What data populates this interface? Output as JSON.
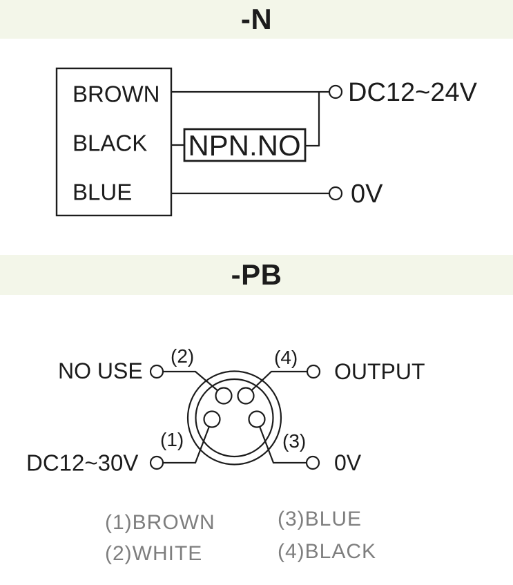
{
  "colors": {
    "header_bg": "#f3f6e9",
    "ink": "#1c1c1c",
    "line": "#1c1c1c",
    "legend": "#7e7e7e",
    "bg": "#ffffff"
  },
  "section_n": {
    "title": "-N",
    "wires": [
      "BROWN",
      "BLACK",
      "BLUE"
    ],
    "block": "NPN.NO",
    "power": "DC12~24V",
    "ground": "0V"
  },
  "section_pb": {
    "title": "-PB",
    "labels": {
      "no_use": "NO USE",
      "power": "DC12~30V",
      "output": "OUTPUT",
      "ground": "0V"
    },
    "pins": {
      "p1": "(1)",
      "p2": "(2)",
      "p3": "(3)",
      "p4": "(4)"
    },
    "legend": [
      "(1)BROWN",
      "(2)WHITE",
      "(3)BLUE",
      "(4)BLACK"
    ]
  }
}
